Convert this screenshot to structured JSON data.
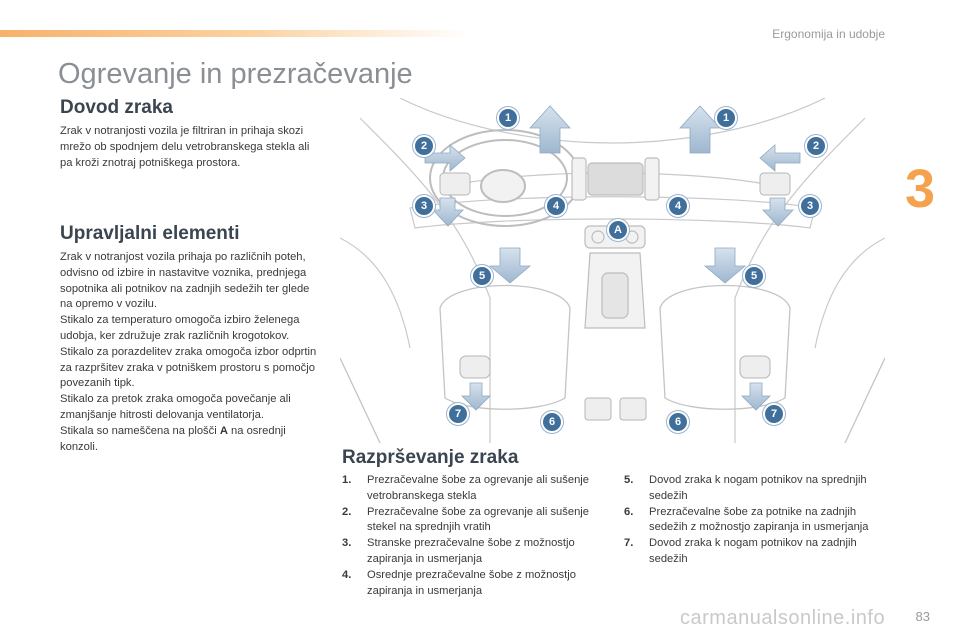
{
  "header": {
    "section": "Ergonomija in udobje",
    "chapter": "3",
    "page": "83"
  },
  "title": "Ogrevanje in prezračevanje",
  "dovod": {
    "heading": "Dovod zraka",
    "text": "Zrak v notranjosti vozila je filtriran in prihaja skozi mrežo ob spodnjem delu vetrobranskega stekla ali pa kroži znotraj potniškega prostora."
  },
  "upravljalni": {
    "heading": "Upravljalni elementi",
    "paragraphs": [
      "Zrak v notranjost vozila prihaja po različnih poteh, odvisno od izbire in nastavitve voznika, prednjega sopotnika ali potnikov na zadnjih sedežih ter glede na opremo v vozilu.",
      "Stikalo za temperaturo omogoča izbiro želenega udobja, ker združuje zrak različnih krogotokov.",
      "Stikalo za porazdelitev zraka omogoča izbor odprtin za razpršitev zraka v potniškem prostoru s pomočjo povezanih tipk.",
      "Stikalo za pretok zraka omogoča povečanje ali zmanjšanje hitrosti delovanja ventilatorja."
    ],
    "last_prefix": "Stikala so nameščena na plošči ",
    "last_bold": "A",
    "last_suffix": " na osrednji konzoli."
  },
  "razprsevanje": {
    "heading": "Razprševanje zraka",
    "items": [
      {
        "num": "1.",
        "text": "Prezračevalne šobe za ogrevanje ali sušenje vetrobranskega stekla"
      },
      {
        "num": "2.",
        "text": "Prezračevalne šobe za ogrevanje ali sušenje stekel na sprednjih vratih"
      },
      {
        "num": "3.",
        "text": "Stranske prezračevalne šobe z možnostjo zapiranja in usmerjanja"
      },
      {
        "num": "4.",
        "text": "Osrednje prezračevalne šobe z možnostjo zapiranja in usmerjanja"
      },
      {
        "num": "5.",
        "text": "Dovod zraka k nogam potnikov na sprednjih sedežih"
      },
      {
        "num": "6.",
        "text": "Prezračevalne šobe za potnike na zadnjih sedežih z možnostjo zapiranja in usmerjanja"
      },
      {
        "num": "7.",
        "text": "Dovod zraka k nogam potnikov na zadnjih sedežih"
      }
    ]
  },
  "figure_labels": [
    "1",
    "1",
    "2",
    "2",
    "3",
    "3",
    "4",
    "4",
    "A",
    "5",
    "5",
    "6",
    "6",
    "7",
    "7"
  ],
  "watermark": "carmanualsonline.info",
  "colors": {
    "accent": "#f5a24e",
    "badge": "#3f6f9a",
    "arrow": "#b5c8dc"
  }
}
